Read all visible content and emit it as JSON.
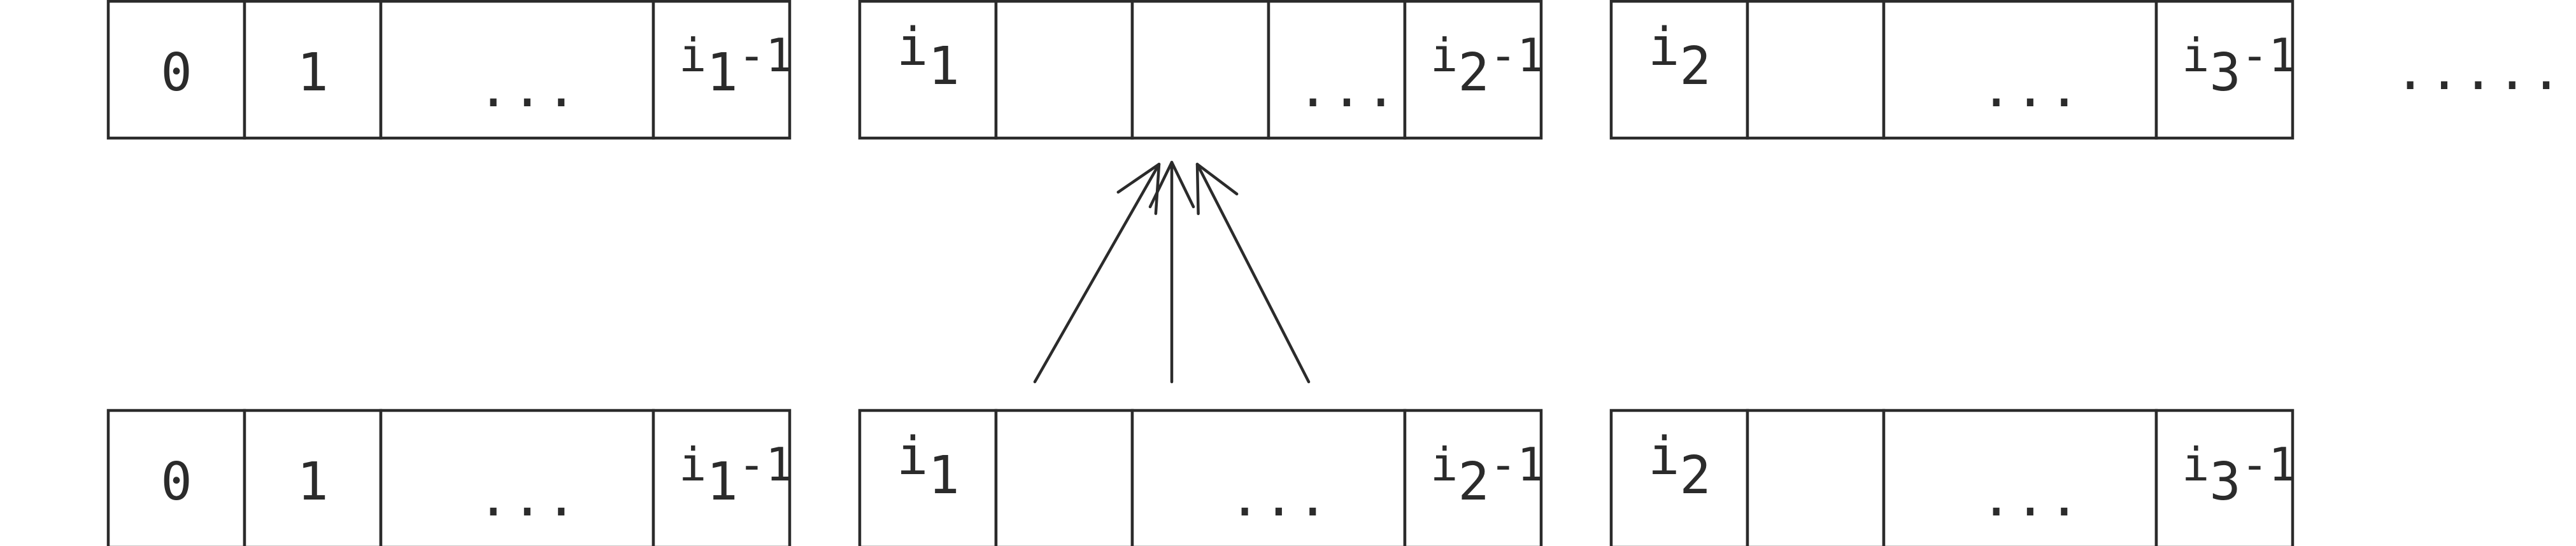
{
  "rows": [
    {
      "id": "top-row",
      "groups": [
        {
          "id": "top-group-1",
          "cells": [
            {
              "label": "0"
            },
            {
              "label": "1"
            },
            {
              "label": "..."
            },
            {
              "label": "i",
              "sub": "1",
              "suffix": "-1"
            }
          ]
        },
        {
          "id": "top-group-2",
          "cells": [
            {
              "label": "i",
              "sub": "1"
            },
            {
              "label": ""
            },
            {
              "label": ""
            },
            {
              "label": "..."
            },
            {
              "label": "i",
              "sub": "2",
              "suffix": "-1"
            }
          ]
        },
        {
          "id": "top-group-3",
          "cells": [
            {
              "label": "i",
              "sub": "2"
            },
            {
              "label": ""
            },
            {
              "label": "..."
            },
            {
              "label": "i",
              "sub": "3",
              "suffix": "-1"
            }
          ]
        }
      ]
    },
    {
      "id": "bottom-row",
      "groups": [
        {
          "id": "bottom-group-1",
          "cells": [
            {
              "label": "0"
            },
            {
              "label": "1"
            },
            {
              "label": "..."
            },
            {
              "label": "i",
              "sub": "1",
              "suffix": "-1"
            }
          ]
        },
        {
          "id": "bottom-group-2",
          "cells": [
            {
              "label": "i",
              "sub": "1"
            },
            {
              "label": ""
            },
            {
              "label": "..."
            },
            {
              "label": "i",
              "sub": "2",
              "suffix": "-1"
            }
          ]
        },
        {
          "id": "bottom-group-3",
          "cells": [
            {
              "label": "i",
              "sub": "2"
            },
            {
              "label": ""
            },
            {
              "label": "..."
            },
            {
              "label": "i",
              "sub": "3",
              "suffix": "-1"
            }
          ]
        }
      ]
    }
  ],
  "trailing_ellipsis": "......",
  "arrows_count": 3,
  "colors": {
    "ink": "#2b2b2b",
    "background": "#ffffff"
  }
}
